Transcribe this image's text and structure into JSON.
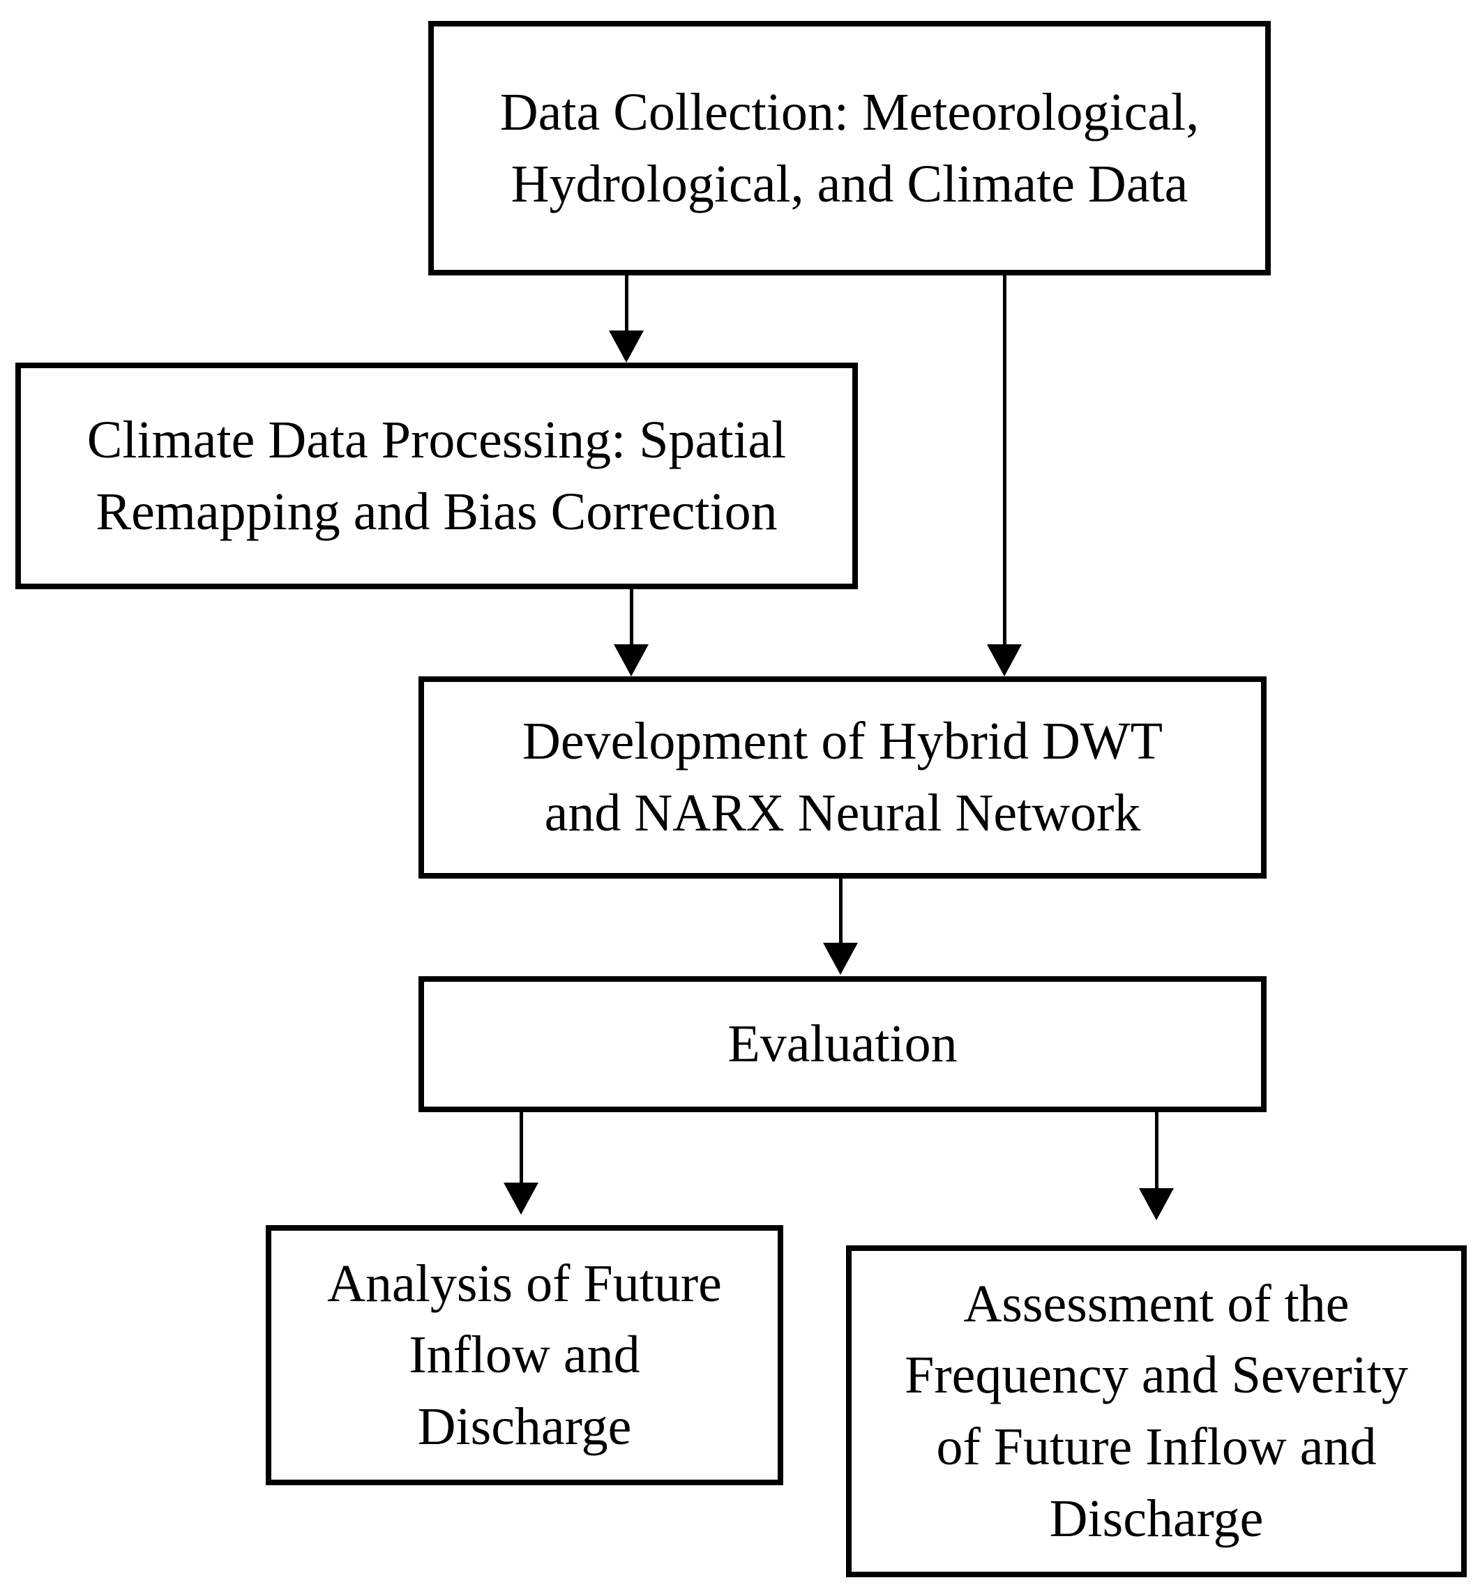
{
  "figure": {
    "type": "flowchart",
    "colors": {
      "background": "#ffffff",
      "border": "#000000",
      "text": "#000000",
      "arrow": "#000000"
    },
    "nodes": [
      {
        "id": "data-collection",
        "label": [
          "Data Collection: Meteorological,",
          "Hydrological, and Climate Data"
        ]
      },
      {
        "id": "climate-data-processing",
        "label": [
          "Climate Data Processing: Spatial",
          "Remapping and Bias Correction"
        ]
      },
      {
        "id": "hybrid-dwt-narx",
        "label": [
          "Development of Hybrid DWT",
          "and NARX Neural Network"
        ]
      },
      {
        "id": "evaluation",
        "label": [
          "Evaluation"
        ]
      },
      {
        "id": "analysis-future-inflow",
        "label": [
          "Analysis of Future",
          "Inflow and",
          "Discharge"
        ]
      },
      {
        "id": "assessment-frequency-severity",
        "label": [
          "Assessment of the",
          "Frequency and Severity",
          "of Future Inflow and",
          "Discharge"
        ]
      }
    ],
    "edges": [
      {
        "from": "data-collection",
        "to": "climate-data-processing"
      },
      {
        "from": "data-collection",
        "to": "hybrid-dwt-narx"
      },
      {
        "from": "climate-data-processing",
        "to": "hybrid-dwt-narx"
      },
      {
        "from": "hybrid-dwt-narx",
        "to": "evaluation"
      },
      {
        "from": "evaluation",
        "to": "analysis-future-inflow"
      },
      {
        "from": "evaluation",
        "to": "assessment-frequency-severity"
      }
    ]
  }
}
